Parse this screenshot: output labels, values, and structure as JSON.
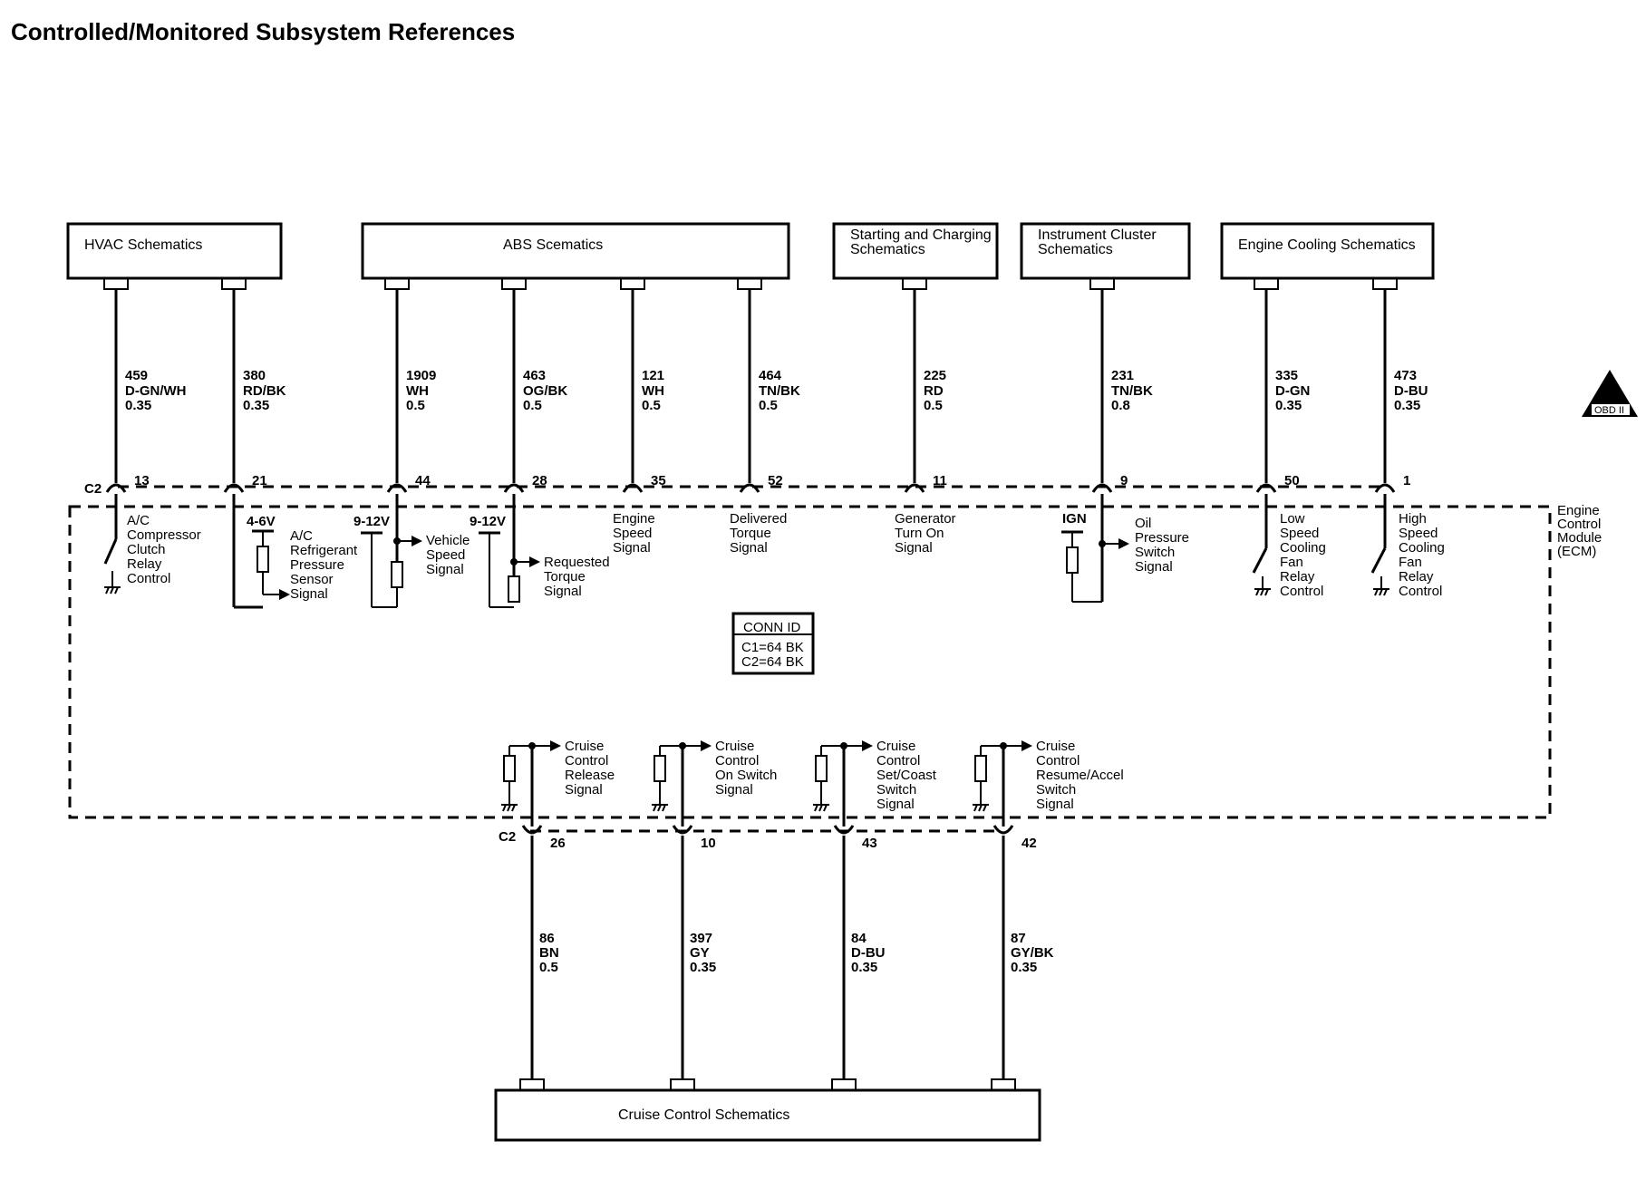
{
  "title": "Controlled/Monitored Subsystem References",
  "top_boxes": [
    {
      "label": [
        "HVAC Schematics"
      ]
    },
    {
      "label": [
        "ABS Scematics"
      ]
    },
    {
      "label": [
        "Starting and Charging",
        "Schematics"
      ]
    },
    {
      "label": [
        "Instrument Cluster",
        "Schematics"
      ]
    },
    {
      "label": [
        "Engine Cooling Schematics"
      ]
    }
  ],
  "bottom_box": {
    "label": "Cruise Control Schematics"
  },
  "ecm": {
    "label": [
      "Engine",
      "Control",
      "Module",
      "(ECM)"
    ]
  },
  "connector": {
    "name": "C2"
  },
  "conn_id": {
    "title": "CONN ID",
    "lines": [
      "C1=64 BK",
      "C2=64 BK"
    ]
  },
  "obd_badge": {
    "symbol": "II",
    "label": "OBD II"
  },
  "top_circuits": [
    {
      "circuit": "459",
      "color": "D-GN/WH",
      "gauge": "0.35",
      "pin": "13",
      "signal": [
        "A/C",
        "Compressor",
        "Clutch",
        "Relay",
        "Control"
      ]
    },
    {
      "circuit": "380",
      "color": "RD/BK",
      "gauge": "0.35",
      "pin": "21",
      "voltage": "4-6V",
      "signal": [
        "A/C",
        "Refrigerant",
        "Pressure",
        "Sensor",
        "Signal"
      ]
    },
    {
      "circuit": "1909",
      "color": "WH",
      "gauge": "0.5",
      "pin": "44",
      "voltage": "9-12V",
      "signal": [
        "Vehicle",
        "Speed",
        "Signal"
      ]
    },
    {
      "circuit": "463",
      "color": "OG/BK",
      "gauge": "0.5",
      "pin": "28",
      "voltage": "9-12V",
      "signal": [
        "Requested",
        "Torque",
        "Signal"
      ]
    },
    {
      "circuit": "121",
      "color": "WH",
      "gauge": "0.5",
      "pin": "35",
      "signal": [
        "Engine",
        "Speed",
        "Signal"
      ]
    },
    {
      "circuit": "464",
      "color": "TN/BK",
      "gauge": "0.5",
      "pin": "52",
      "signal": [
        "Delivered",
        "Torque",
        "Signal"
      ]
    },
    {
      "circuit": "225",
      "color": "RD",
      "gauge": "0.5",
      "pin": "11",
      "signal": [
        "Generator",
        "Turn On",
        "Signal"
      ]
    },
    {
      "circuit": "231",
      "color": "TN/BK",
      "gauge": "0.8",
      "pin": "9",
      "voltage": "IGN",
      "signal": [
        "Oil",
        "Pressure",
        "Switch",
        "Signal"
      ]
    },
    {
      "circuit": "335",
      "color": "D-GN",
      "gauge": "0.35",
      "pin": "50",
      "signal": [
        "Low",
        "Speed",
        "Cooling",
        "Fan",
        "Relay",
        "Control"
      ]
    },
    {
      "circuit": "473",
      "color": "D-BU",
      "gauge": "0.35",
      "pin": "1",
      "signal": [
        "High",
        "Speed",
        "Cooling",
        "Fan",
        "Relay",
        "Control"
      ]
    }
  ],
  "bottom_circuits": [
    {
      "circuit": "86",
      "color": "BN",
      "gauge": "0.5",
      "pin": "26",
      "signal": [
        "Cruise",
        "Control",
        "Release",
        "Signal"
      ]
    },
    {
      "circuit": "397",
      "color": "GY",
      "gauge": "0.35",
      "pin": "10",
      "signal": [
        "Cruise",
        "Control",
        "On Switch",
        "Signal"
      ]
    },
    {
      "circuit": "84",
      "color": "D-BU",
      "gauge": "0.35",
      "pin": "43",
      "signal": [
        "Cruise",
        "Control",
        "Set/Coast",
        "Switch",
        "Signal"
      ]
    },
    {
      "circuit": "87",
      "color": "GY/BK",
      "gauge": "0.35",
      "pin": "42",
      "signal": [
        "Cruise",
        "Control",
        "Resume/Accel",
        "Switch",
        "Signal"
      ]
    }
  ]
}
